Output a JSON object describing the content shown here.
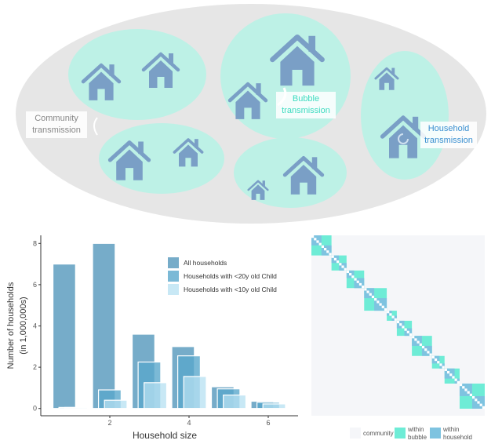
{
  "diagram": {
    "labels": {
      "community": "Community transmission",
      "bubble": "Bubble transmission",
      "household": "Household transmission"
    },
    "colors": {
      "community": "#e6e6e6",
      "bubble": "#bdf1e6",
      "house": "#7a9fc6",
      "bubble_text": "#3ddbc0",
      "household_text": "#3a8fd0",
      "community_text": "#888888"
    }
  },
  "chart_data": {
    "type": "bar",
    "xlabel": "Household size",
    "ylabel": "Number of households",
    "ylabel2": "(in 1,000,000s)",
    "x": [
      1,
      2,
      3,
      4,
      5,
      6
    ],
    "xticks": [
      "2",
      "4",
      "6"
    ],
    "xtick_values": [
      2,
      4,
      6
    ],
    "yticks": [
      "0",
      "2",
      "4",
      "6",
      "8"
    ],
    "ytick_values": [
      0,
      2,
      4,
      6,
      8
    ],
    "ylim": [
      0,
      8.3
    ],
    "xlim": [
      0.35,
      6.7
    ],
    "legend_position": "top-right",
    "series": [
      {
        "name": "All households",
        "color": "#5e9ec0",
        "values": [
          7.0,
          8.0,
          3.6,
          3.0,
          1.05,
          0.35
        ]
      },
      {
        "name": "Households with <20y old Child",
        "color": "#5aa8cc",
        "values": [
          0.05,
          0.9,
          2.25,
          2.55,
          0.95,
          0.3
        ]
      },
      {
        "name": "Households with <10y old Child",
        "color": "#b5e0f2",
        "values": [
          0.05,
          0.4,
          1.25,
          1.55,
          0.65,
          0.22
        ]
      }
    ]
  },
  "heatmap": {
    "bubbles": [
      [
        4,
        4
      ],
      [
        3,
        3
      ],
      [
        3,
        4
      ],
      [
        4,
        5
      ],
      [
        2,
        2
      ],
      [
        3,
        3
      ],
      [
        4,
        4
      ],
      [
        3,
        2
      ],
      [
        4,
        2
      ],
      [
        5,
        5
      ]
    ],
    "colors": {
      "community": "#f5f6f9",
      "within_bubble": "#6eecd6",
      "within_household": "#7ec3e0"
    },
    "legend": {
      "community": "community",
      "within_bubble": "within\nbubble",
      "within_household": "within\nhousehold"
    }
  }
}
